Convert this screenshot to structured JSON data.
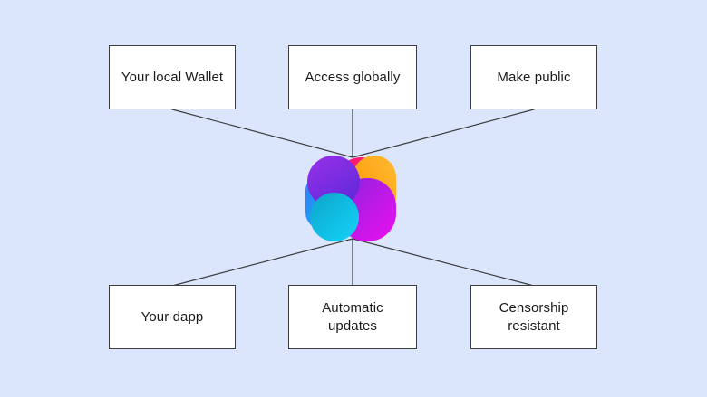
{
  "page": {
    "background_color": "#dbe6fc"
  },
  "diagram": {
    "connector_color": "#3d3d3d",
    "node_style": {
      "fill": "#ffffff",
      "border": "#3d3d3d",
      "text_color": "#1a1a1a"
    },
    "top_nodes": [
      {
        "label": "Your local Wallet"
      },
      {
        "label": "Access globally"
      },
      {
        "label": "Make public"
      }
    ],
    "bottom_nodes": [
      {
        "label": "Your dapp"
      },
      {
        "label": "Automatic\nupdates"
      },
      {
        "label": "Censorship\nresistant"
      }
    ]
  },
  "logo": {
    "name": "fleek-mark",
    "gradients": {
      "blue": {
        "from": "#2E7CF6",
        "to": "#1FB1F9"
      },
      "pink": {
        "from": "#FC0F7C",
        "to": "#FF3D51"
      },
      "orange": {
        "from": "#FF9500",
        "to": "#FFBA33"
      },
      "magenta": {
        "from": "#8A24DD",
        "to": "#EC0FF0"
      },
      "purple": {
        "from": "#9430E8",
        "to": "#5F28D9"
      },
      "cyan": {
        "from": "#0FA3C9",
        "mid": "#10BFE4",
        "to": "#18D1F8"
      }
    }
  }
}
